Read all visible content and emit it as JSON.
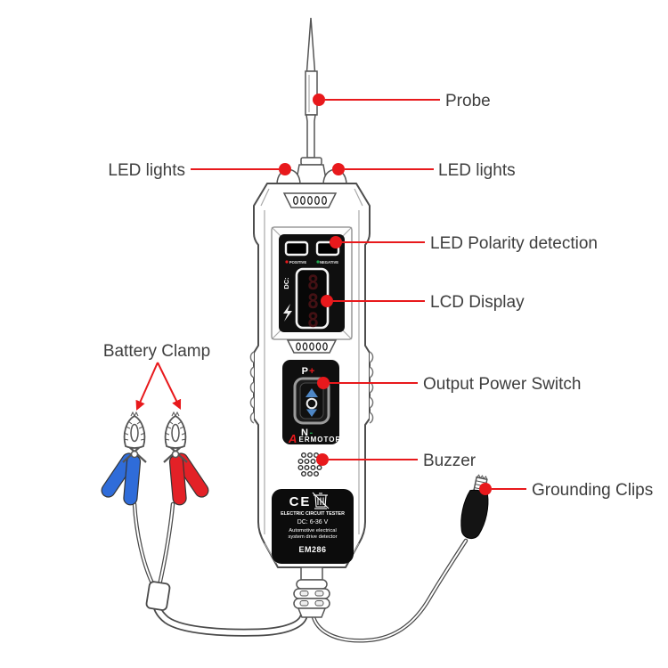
{
  "colors": {
    "red": "#e8191c",
    "dark": "#3e3e3e",
    "blue": "#2f6cd9",
    "clampred": "#e32127",
    "arrow": "#4d86c5",
    "green": "#1fa84e",
    "panel": "#0f0f0f",
    "line": "#4d4d4d"
  },
  "annotations": {
    "probe": "Probe",
    "led_lights_left": "LED lights",
    "led_lights_right": "LED lights",
    "led_polarity": "LED Polarity detection",
    "lcd_display": "LCD Display",
    "output_power_switch": "Output Power Switch",
    "buzzer": "Buzzer",
    "grounding_clips": "Grounding Clips",
    "battery_clamp": "Battery Clamp"
  },
  "device": {
    "positive": "POSITIVE",
    "negative": "NEGATIVE",
    "lcd_side": "DC:",
    "lcd_digits": [
      "8",
      "8",
      "8"
    ],
    "p": "P",
    "plus": "+",
    "n": "N",
    "minus": "-",
    "brand_a": "A",
    "brand_rest": "ERMOTOR",
    "ce": "CE",
    "plate_title": "ELECTRIC CIRCUIT TESTER",
    "plate_voltage": "DC: 6-36 V",
    "plate_desc1": "Automotive electrical",
    "plate_desc2": "system drive detector",
    "model": "EM286"
  }
}
